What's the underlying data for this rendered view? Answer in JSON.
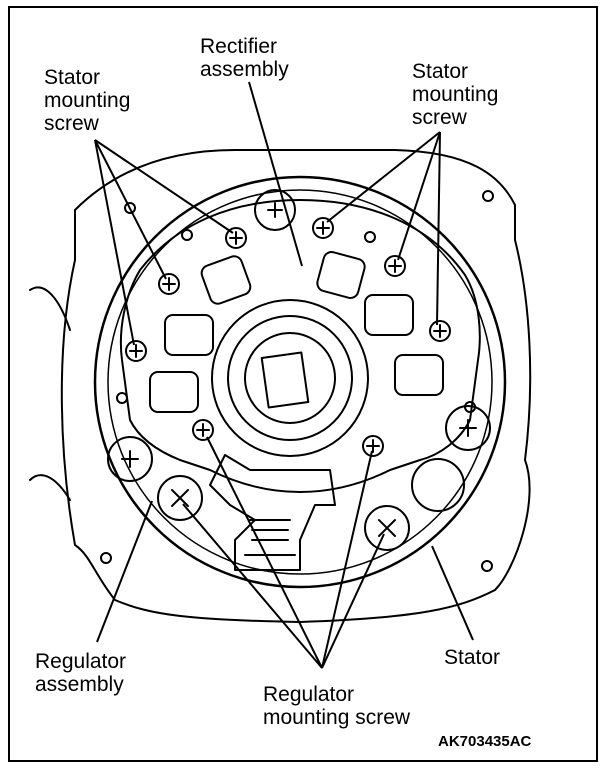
{
  "labels": {
    "stator_screw_left": "Stator\nmounting\nscrew",
    "rectifier": "Rectifier\nassembly",
    "stator_screw_right": "Stator\nmounting\nscrew",
    "regulator_assembly": "Regulator\nassembly",
    "stator": "Stator",
    "regulator_screw": "Regulator\nmounting screw"
  },
  "figure_id": "AK703435AC"
}
